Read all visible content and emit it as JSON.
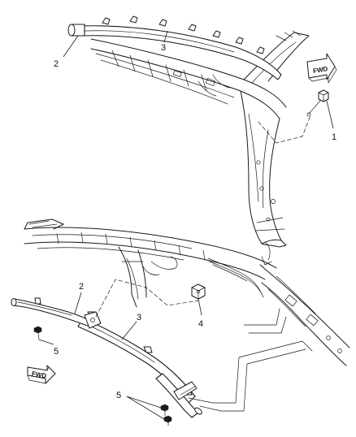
{
  "callouts": {
    "top_1": "1",
    "top_2": "2",
    "top_3": "3",
    "bottom_2": "2",
    "bottom_3": "3",
    "bottom_4": "4",
    "bottom_5_left": "5",
    "bottom_5_right": "5"
  },
  "fwd_arrows": {
    "top_label": "FWD",
    "bottom_label": "FWD"
  }
}
